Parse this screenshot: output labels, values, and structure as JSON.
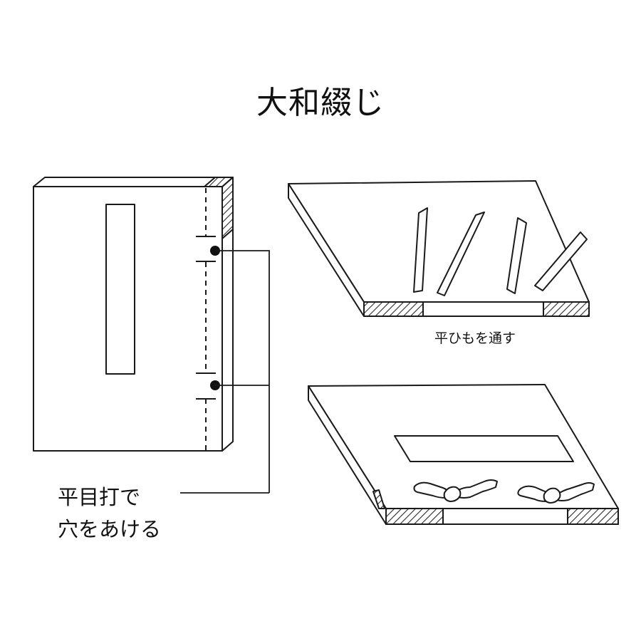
{
  "title": "大和綴じ",
  "labels": {
    "strip": "平ひもを通す",
    "punch_line1": "平目打で",
    "punch_line2": "穴をあける"
  },
  "colors": {
    "line": "#1a1a1a",
    "fill": "#ffffff",
    "hatch": "#2a2a2a"
  }
}
